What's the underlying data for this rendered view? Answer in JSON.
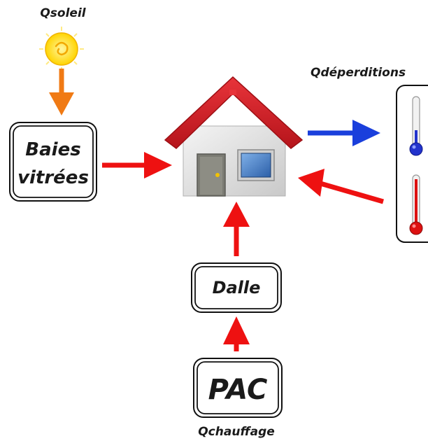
{
  "labels": {
    "sun": "Qsoleil",
    "losses": "Qdéperditions",
    "heating": "Qchauffage"
  },
  "boxes": {
    "windows_line1": "Baies",
    "windows_line2": "vitrées",
    "slab": "Dalle",
    "heat_pump": "PAC"
  },
  "colors": {
    "gain_arrow": "#ee1111",
    "solar_arrow": "#f07a14",
    "loss_arrow": "#1a3fdc",
    "roof": "#d8232a",
    "cold_thermometer": "#2233cc",
    "hot_thermometer": "#dd1111",
    "sun": "#ffd400"
  },
  "icons": [
    "sun-icon",
    "house-icon",
    "cold-thermometer-icon",
    "hot-thermometer-icon"
  ]
}
